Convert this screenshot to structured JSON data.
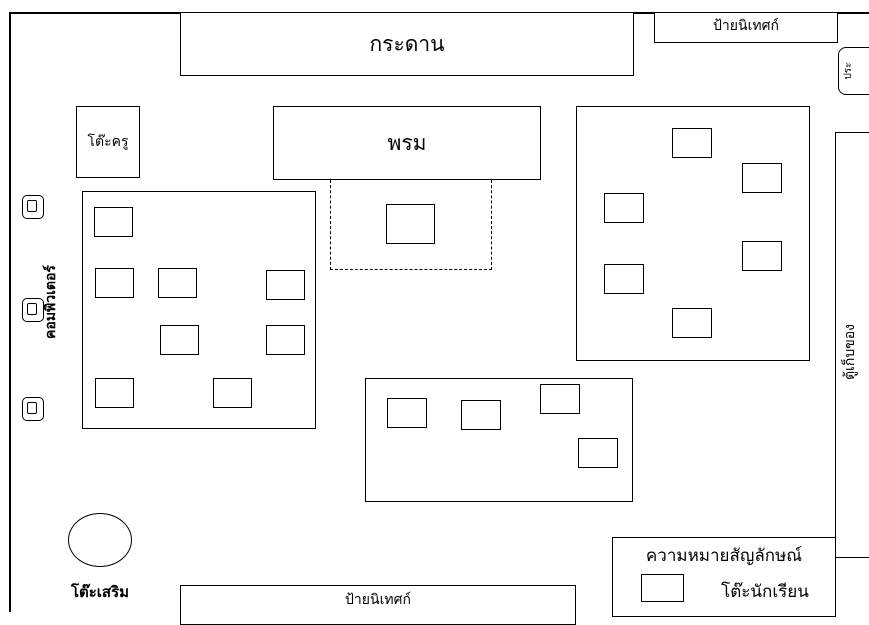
{
  "labels": {
    "board": "กระดาน",
    "notice_top": "ป้ายนิเทศก์",
    "notice_bottom": "ป้ายนิเทศก์",
    "door": "ประ",
    "teacher_desk": "โต๊ะครู",
    "carpet": "พรม",
    "computer": "คอมพิวเตอร์",
    "cabinet": "ตู้เก็บของ",
    "extra_table": "โต๊ะเสริม",
    "legend_title": "ความหมายสัญลักษณ์",
    "legend_desk": "โต๊ะนักเรียน"
  },
  "colors": {
    "stroke": "#000000",
    "background": "#ffffff"
  }
}
